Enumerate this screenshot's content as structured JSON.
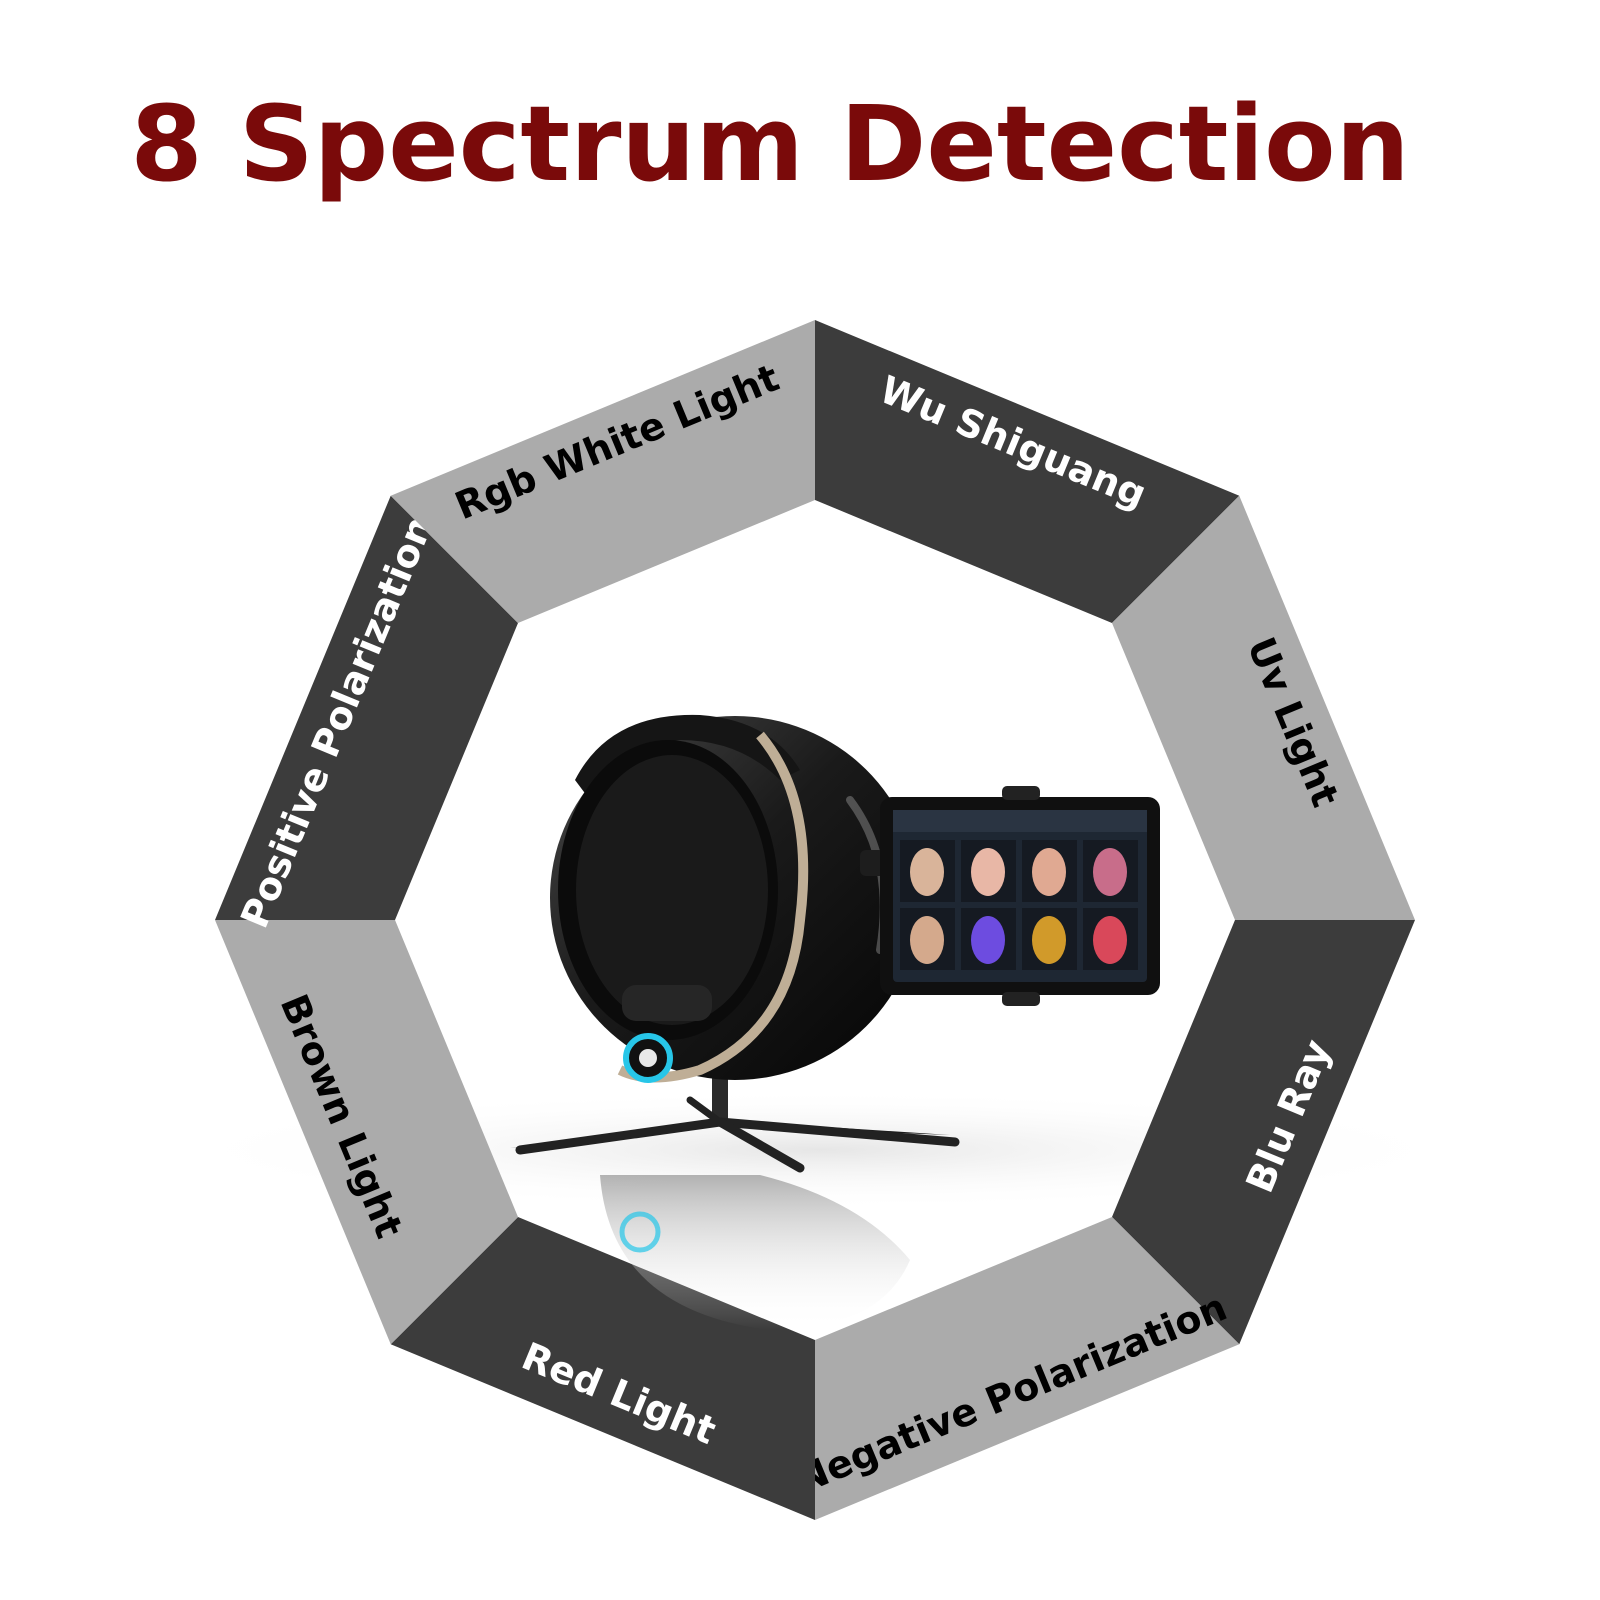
{
  "title": "8 Spectrum Detection",
  "colors": {
    "title": "#7a0a0a",
    "segment_dark": "#3c3c3c",
    "segment_light": "#ababab",
    "label_on_dark": "#ffffff",
    "label_on_light": "#000000",
    "device_body": "#1e1e1e",
    "device_trim": "#bfae96",
    "accent_ring": "#27c6e8"
  },
  "segments": [
    {
      "label": "Wu Shiguang",
      "tone": "dark"
    },
    {
      "label": "Uv Light",
      "tone": "light"
    },
    {
      "label": "Blu Ray",
      "tone": "dark"
    },
    {
      "label": "Negative Polarization",
      "tone": "light"
    },
    {
      "label": "Red Light",
      "tone": "dark"
    },
    {
      "label": "Brown Light",
      "tone": "light"
    },
    {
      "label": "Positive Polarization",
      "tone": "dark"
    },
    {
      "label": "Rgb White Light",
      "tone": "light"
    }
  ],
  "device": {
    "icons": [
      "skin-analyzer-device-icon",
      "tablet-screen-icon",
      "face-scan-thumbnail-icon"
    ],
    "face_thumbnail_colors": [
      "#d9b49a",
      "#e8b7a6",
      "#e0a992",
      "#c86d8a",
      "#d4a98c",
      "#6d4ce0",
      "#d19a2a",
      "#d9485a"
    ]
  }
}
